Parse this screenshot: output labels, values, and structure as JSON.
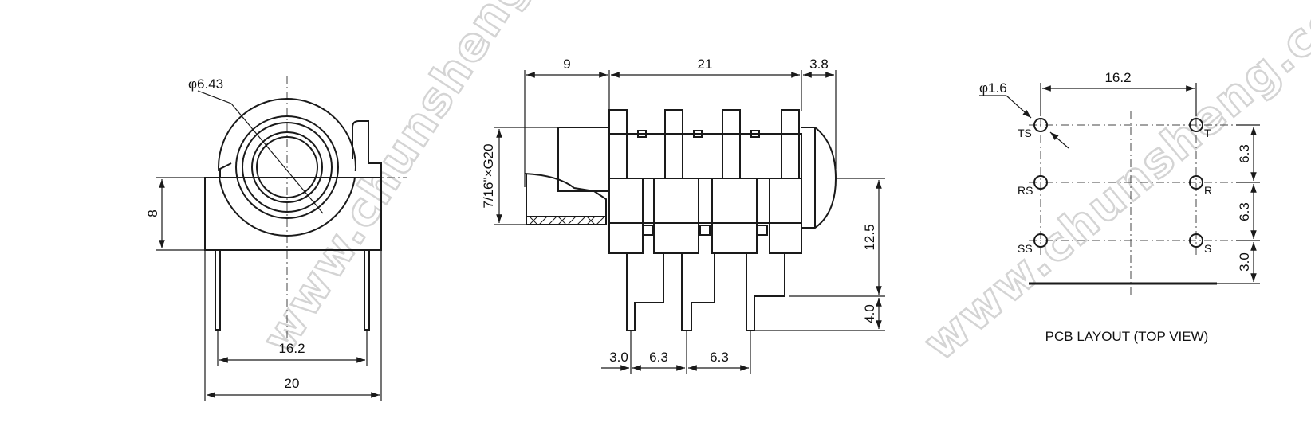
{
  "watermark": "www.chunsheng.com",
  "front_view": {
    "dia_label": "φ6.43",
    "dim_height": "8",
    "dim_pin_spacing": "16.2",
    "dim_width": "20"
  },
  "side_view": {
    "dim_thread_len": "9",
    "dim_body_len": "21",
    "dim_nose_len": "3.8",
    "thread_label": "7/16\"×G20",
    "dim_pin_height": "12.5",
    "dim_pin_len": "4.0",
    "dim_pitch_1": "3.0",
    "dim_pitch_2": "6.3",
    "dim_pitch_3": "6.3"
  },
  "pcb_layout": {
    "caption": "PCB LAYOUT (TOP VIEW)",
    "hole_dia": "φ1.6",
    "dim_width": "16.2",
    "dim_v1": "6.3",
    "dim_v2": "6.3",
    "dim_v3": "3.0",
    "pins": [
      "TS",
      "T",
      "RS",
      "R",
      "SS",
      "S"
    ]
  }
}
